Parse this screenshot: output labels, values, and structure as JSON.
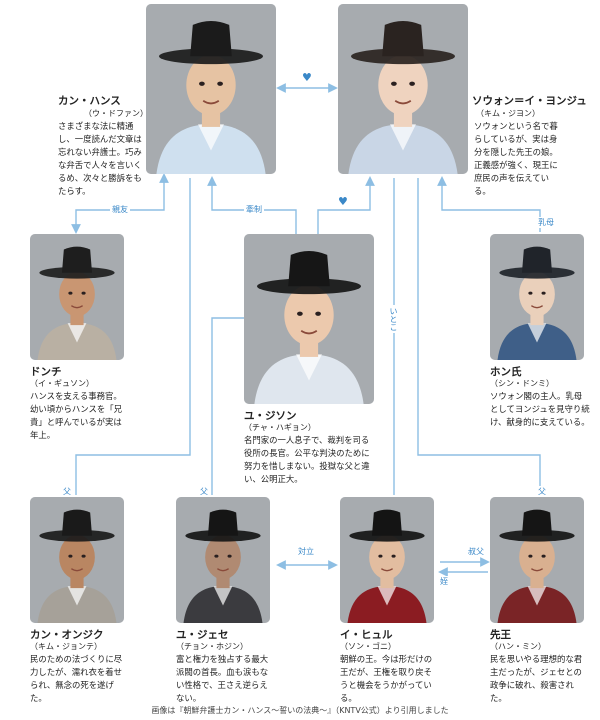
{
  "people": {
    "hansu": {
      "name": "カン・ハンス",
      "actor": "（ウ・ドファン）",
      "desc": "さまざまな法に精通し、一度読んだ文章は忘れない弁護士。巧みな弁舌で人々を言いくるめ、次々と勝訴をもたらす。",
      "hat": "#1b1b1b",
      "robe": "#cfe0ef",
      "skin": "#e6c3a3"
    },
    "yeonju": {
      "name": "ソウォン＝イ・ヨンジュ",
      "actor": "（キム・ジヨン）",
      "desc": "ソウォンという名で暮らしているが、実は身分を隠した先王の娘。正義感が強く、現王に庶民の声を伝えている。",
      "hat": "#2a2320",
      "robe": "#c9d6e6",
      "skin": "#efd3bf"
    },
    "dongchi": {
      "name": "ドンチ",
      "actor": "（イ・ギュソン）",
      "desc": "ハンスを支える事務官。幼い頃からハンスを「兄貴」と呼んでいるが実は年上。",
      "hat": "#1e1e1e",
      "robe": "#b9b0a3",
      "skin": "#c99672"
    },
    "jisun": {
      "name": "ユ・ジソン",
      "actor": "（チャ・ハギョン）",
      "desc": "名門家の一人息子で、裁判を司る役所の長官。公平な判決のために努力を惜しまない。投獄な父と違い、公明正大。",
      "hat": "#161616",
      "robe": "#dfe6ee",
      "skin": "#ecc9ad"
    },
    "hong": {
      "name": "ホン氏",
      "actor": "（シン・ドンミ）",
      "desc": "ソウォン閣の主人。乳母としてヨンジュを見守り続け、献身的に支えている。",
      "hat": "#20242a",
      "robe": "#3f5f88",
      "skin": "#ead0bb"
    },
    "onjik": {
      "name": "カン・オンジク",
      "actor": "（キム・ジョンテ）",
      "desc": "民のための法づくりに尽力したが、濡れ衣を着せられ、無念の死を遂げた。",
      "hat": "#1a1a1a",
      "robe": "#a6a199",
      "skin": "#b98662"
    },
    "jaese": {
      "name": "ユ・ジェセ",
      "actor": "（チョン・ホジン）",
      "desc": "富と権力を独占する最大派閥の首長。血も涙もない性格で、王さえ逆らえない。",
      "hat": "#151515",
      "robe": "#3b3b3f",
      "skin": "#b08a72"
    },
    "hul": {
      "name": "イ・ヒュル",
      "actor": "（ソン・ゴニ）",
      "desc": "朝鮮の王。今は形だけの王だが、王権を取り戻そうと機会をうかがっている。",
      "hat": "#141414",
      "robe": "#8b1c22",
      "skin": "#e2bda0"
    },
    "sunwang": {
      "name": "先王",
      "actor": "（ハン・ミン）",
      "desc": "民を思いやる理想的な君主だったが、ジェセとの政争に破れ、殺害された。",
      "hat": "#151515",
      "robe": "#7a2426",
      "skin": "#d9b090"
    }
  },
  "relations": {
    "chingu": "親友",
    "kyousei": "牽制",
    "uba": "乳母",
    "itoko": "いとこ",
    "chichi1": "父",
    "chichi2": "父",
    "chichi3": "父",
    "tairitsu": "対立",
    "shukufu": "叔父",
    "mei": "姪"
  },
  "icons": {
    "heart": "♥"
  },
  "colors": {
    "line": "#8dbee3",
    "label": "#3a88c8"
  },
  "credit": "画像は『朝鮮弁護士カン・ハンス〜誓いの法典〜』（KNTV公式）より引用しました"
}
